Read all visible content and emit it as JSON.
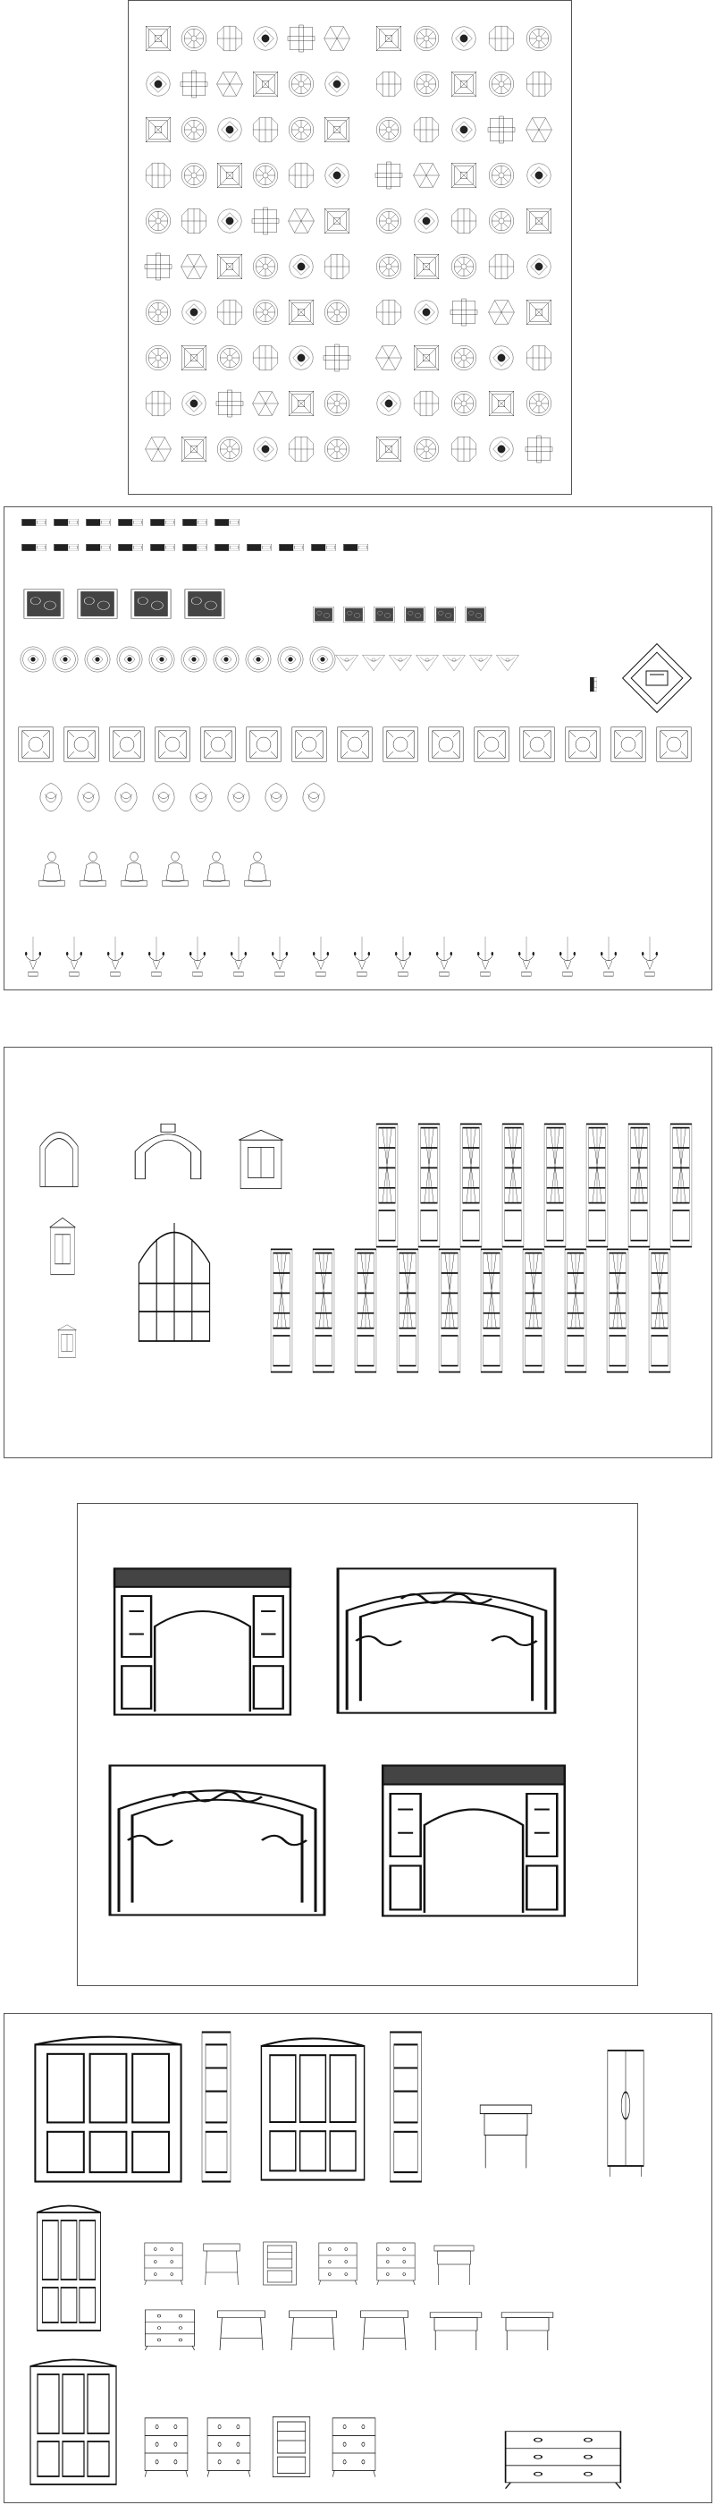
{
  "sheets": [
    {
      "id": "ornament-tiles-sheet",
      "icons": [
        "rosette-icon",
        "lattice-tile-icon",
        "octagon-window-icon",
        "hexagon-icon",
        "medallion-icon",
        "cross-tile-icon"
      ]
    },
    {
      "id": "carvings-sheet",
      "icons": [
        "carved-strip-icon",
        "carved-panel-icon",
        "roundel-icon",
        "corner-bracket-icon",
        "diamond-plaque-icon",
        "square-tile-icon",
        "ornament-icon",
        "buddha-figure-icon",
        "candlestick-icon"
      ]
    },
    {
      "id": "windows-screens-sheet",
      "icons": [
        "arch-window-icon",
        "arch-frame-icon",
        "framed-window-icon",
        "lattice-screen-icon"
      ]
    },
    {
      "id": "moon-gates-sheet",
      "icons": [
        "lattice-gate-icon",
        "vine-gate-icon"
      ]
    },
    {
      "id": "furniture-sheet",
      "icons": [
        "display-cabinet-icon",
        "wardrobe-icon",
        "side-table-icon",
        "chest-of-drawers-icon",
        "stool-icon",
        "altar-table-icon"
      ]
    }
  ]
}
